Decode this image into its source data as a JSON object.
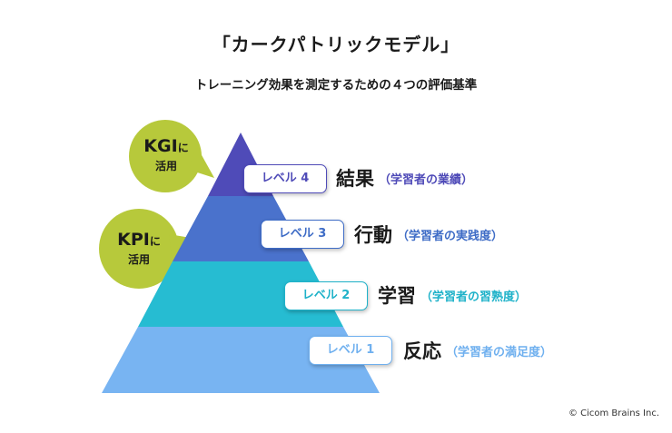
{
  "title": "「カークパトリックモデル」",
  "subtitle": "トレーニング効果を測定するための４つの評価基準",
  "levels": [
    {
      "badge": "レベル 4",
      "name": "結果",
      "desc": "（学習者の業績）",
      "color": "#4f4bb8",
      "text_color": "#4f4bb8"
    },
    {
      "badge": "レベル 3",
      "name": "行動",
      "desc": "（学習者の実践度）",
      "color": "#4a72cc",
      "text_color": "#3e6cc6"
    },
    {
      "badge": "レベル 2",
      "name": "学習",
      "desc": "（学習者の習熟度）",
      "color": "#26bcd2",
      "text_color": "#1fb2c9"
    },
    {
      "badge": "レベル 1",
      "name": "反応",
      "desc": "（学習者の満足度）",
      "color": "#78b4f2",
      "text_color": "#6fb0ef"
    }
  ],
  "bubbles": {
    "kgi": {
      "main": "KGI",
      "suffix": "に",
      "line2": "活用"
    },
    "kpi": {
      "main": "KPI",
      "suffix": "に",
      "line2": "活用"
    },
    "color": "#b7c93b"
  },
  "copyright": "© Cicom Brains Inc."
}
